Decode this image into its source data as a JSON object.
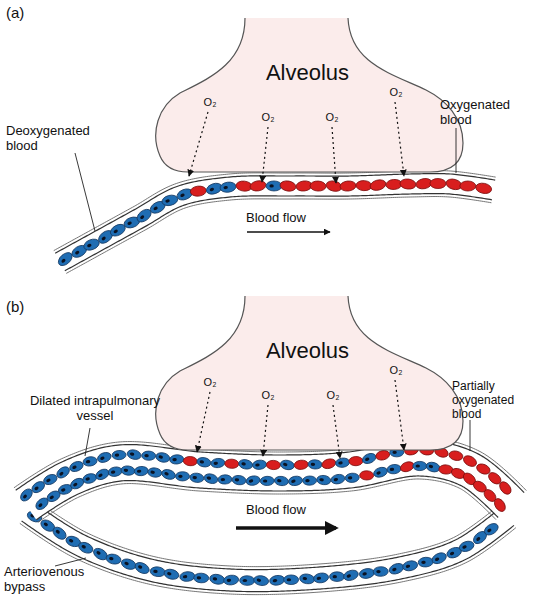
{
  "diagram": {
    "nodes": [
      {
        "text": [
          "Alveolus"
        ]
      },
      {
        "text": [
          "Alveolus"
        ]
      }
    ],
    "labels": [
      "(a)",
      "O₂",
      "O₂",
      "O₂",
      "O₂",
      "Deoxygenated blood",
      "Oxygenated blood",
      "Blood flow",
      "(b)",
      "Dilated intrapulmonary vessel",
      "O₂",
      "O₂",
      "O₂",
      "O₂",
      "Partially oxygenated blood",
      "Blood flow",
      "Arteriovenous bypass"
    ]
  }
}
